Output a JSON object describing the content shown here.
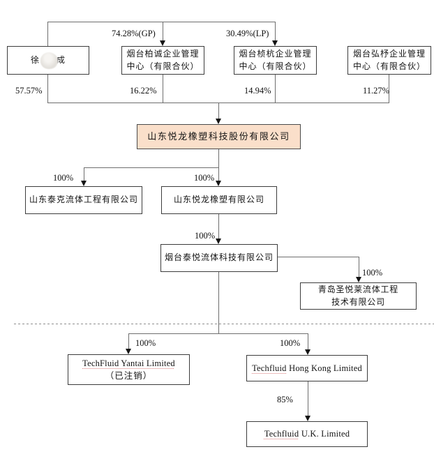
{
  "chart": {
    "type": "equity-structure-diagram",
    "colors": {
      "highlight_fill": "#fadfca",
      "box_border": "#3c3c3c",
      "line": "#6e6e6e",
      "spellcheck_underline": "#d97b7b"
    },
    "nodes": {
      "person": {
        "name_first": "徐",
        "name_last": "成",
        "redacted_middle": true
      },
      "baicheng": {
        "line1": "烟台柏诚企业管理",
        "line2": "中心（有限合伙）"
      },
      "zhenhang": {
        "line1": "烟台桢杭企业管理",
        "line2": "中心（有限合伙）"
      },
      "hongzhu": {
        "line1": "烟台弘杼企业管理",
        "line2": "中心（有限合伙）"
      },
      "main_company": {
        "label": "山东悦龙橡塑科技股份有限公司"
      },
      "taike": {
        "label": "山东泰克流体工程有限公司"
      },
      "yuelong_ltd": {
        "label": "山东悦龙橡塑有限公司"
      },
      "taiyue": {
        "label": "烟台泰悦流体科技有限公司"
      },
      "qingdao": {
        "line1": "青岛圣悦莱流体工程",
        "line2": "技术有限公司"
      },
      "techfluid_yantai": {
        "line1": "TechFluid Yantai Limited",
        "line2": "（已注销）"
      },
      "techfluid_hk": {
        "word1": "Techfluid",
        "rest": "Hong Kong Limited"
      },
      "techfluid_uk": {
        "word1": "Techfluid",
        "rest": "U.K. Limited"
      }
    },
    "edge_labels": {
      "gp": "74.28%(GP)",
      "lp": "30.49%(LP)",
      "person_pct": "57.57%",
      "baicheng_pct": "16.22%",
      "zhenhang_pct": "14.94%",
      "hongzhu_pct": "11.27%",
      "main_to_taike": "100%",
      "main_to_yuelong": "100%",
      "yuelong_to_taiyue": "100%",
      "taiyue_to_qingdao": "100%",
      "to_techfluid_yantai": "100%",
      "to_techfluid_hk": "100%",
      "hk_to_uk": "85%"
    }
  }
}
